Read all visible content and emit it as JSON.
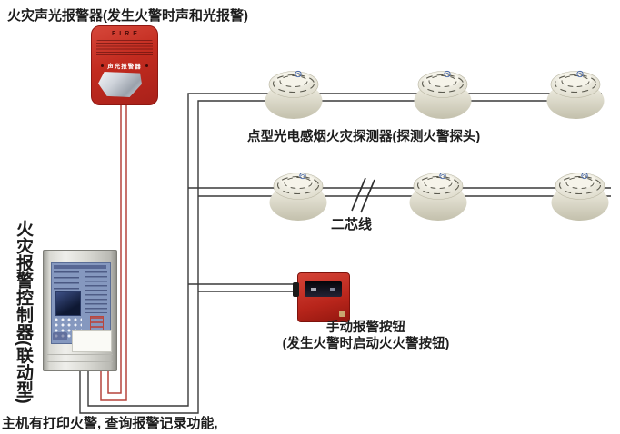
{
  "page": {
    "title_caption": "火灾声光报警器(发生火警时声和光报警)",
    "footer_note": "主机有打印火警, 查询报警记录功能,"
  },
  "strobe": {
    "fire_text": "FIRE",
    "panel_text": "声光报警器"
  },
  "detectors": {
    "caption": "点型光电感烟火灾探测器(探测火警探头)",
    "row1_count": 3,
    "row2_count": 3,
    "wire_label": "二芯线"
  },
  "manual_call_point": {
    "caption_line1": "手动报警按钮",
    "caption_line2": "(发生火警时启动火火警按钮)"
  },
  "controller": {
    "caption": "火灾报警控制器(联动型)"
  },
  "colors": {
    "device_red": "#c22b1f",
    "wire_dark": "#3a3a3a",
    "wire_red": "#b5443c",
    "detector_body": "#eeebdd",
    "panel_blue": "#8598bf",
    "lcd_blue": "#182552"
  }
}
